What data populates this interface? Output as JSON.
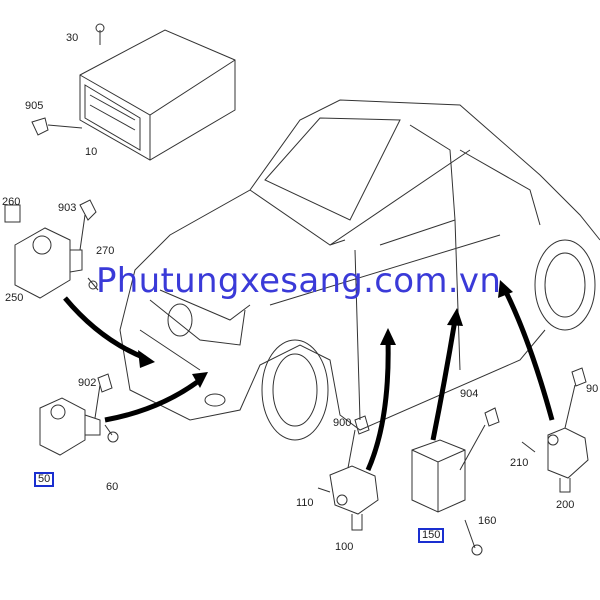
{
  "labels": {
    "l30": "30",
    "l905": "905",
    "l10": "10",
    "l260": "260",
    "l903": "903",
    "l250": "250",
    "l270": "270",
    "l902": "902",
    "l50": "50",
    "l60": "60",
    "l900": "900",
    "l110": "110",
    "l100": "100",
    "l904": "904",
    "l150": "150",
    "l160": "160",
    "l210": "210",
    "l200": "200",
    "l90": "90"
  },
  "watermark": "Phutungxesang.com.vn",
  "colors": {
    "highlight_box": "#1a2fd0",
    "watermark": "#3a3ad8"
  }
}
